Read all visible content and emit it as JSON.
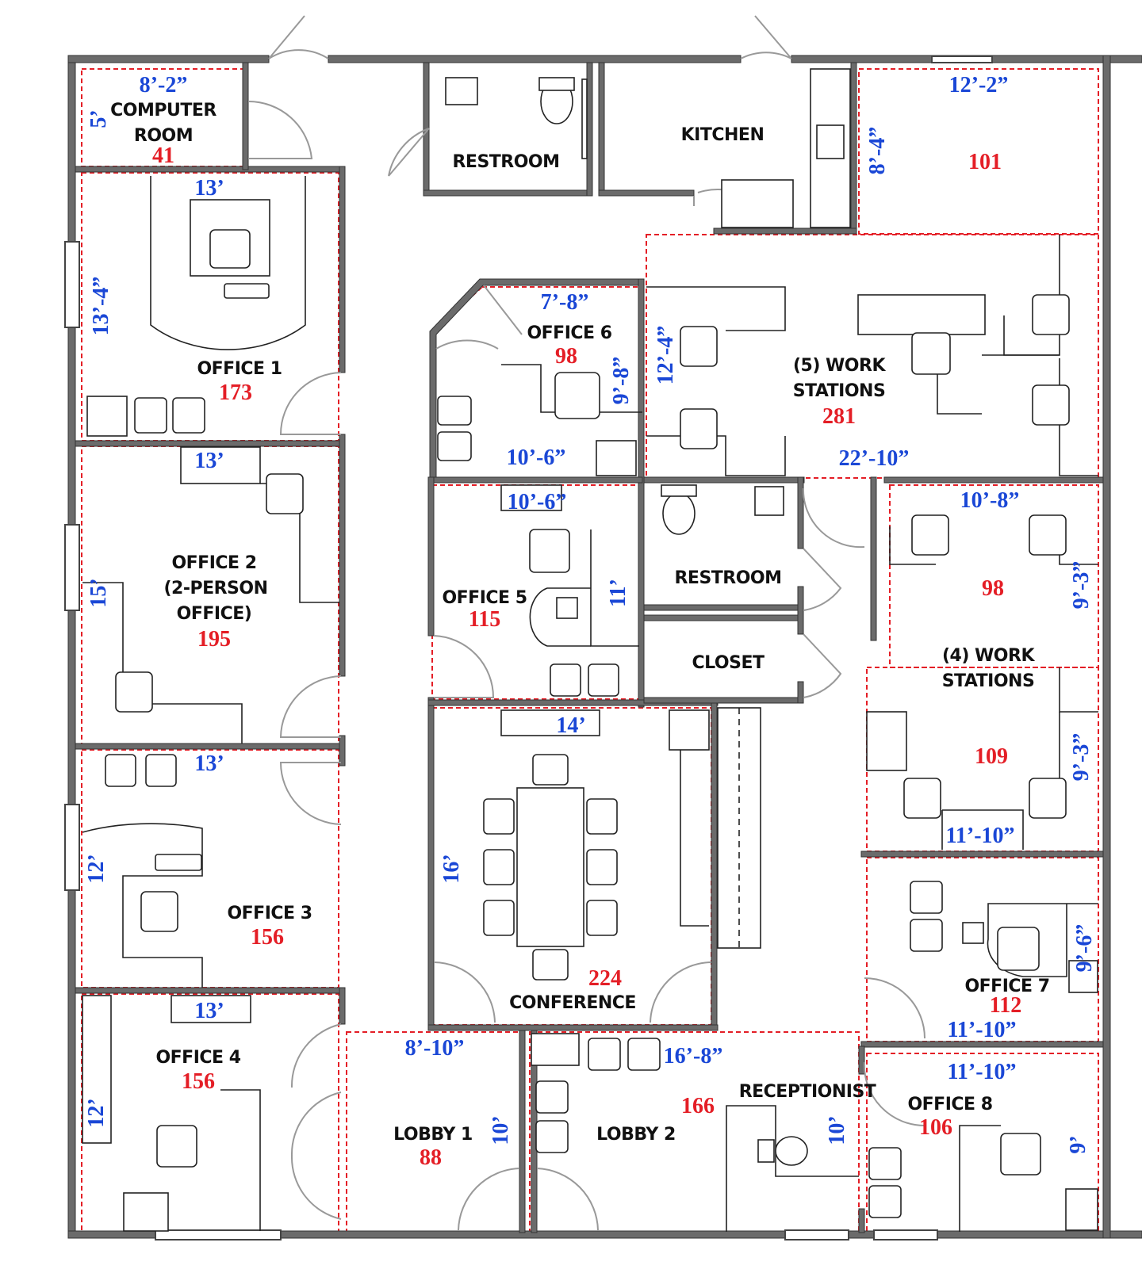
{
  "rooms": {
    "computer_room": {
      "name_line1": "COMPUTER",
      "name_line2": "ROOM",
      "area": "41",
      "width": "8’-2”",
      "depth": "5’"
    },
    "office1": {
      "name": "OFFICE 1",
      "area": "173",
      "width": "13’",
      "depth": "13’-4”"
    },
    "office2": {
      "name_line1": "OFFICE 2",
      "name_line2": "(2-PERSON",
      "name_line3": "OFFICE)",
      "area": "195",
      "width": "13’",
      "depth": "15’"
    },
    "office3": {
      "name": "OFFICE 3",
      "area": "156",
      "width": "13’",
      "depth": "12’"
    },
    "office4": {
      "name": "OFFICE 4",
      "area": "156",
      "width": "13’",
      "depth": "12’"
    },
    "restroom_top": {
      "name": "RESTROOM"
    },
    "kitchen": {
      "name": "KITCHEN"
    },
    "room101": {
      "area": "101",
      "width": "12’-2”",
      "depth": "8’-4”"
    },
    "office6": {
      "name": "OFFICE 6",
      "area": "98",
      "width": "7’-8”",
      "depth": "9’-8”",
      "width2": "10’-6”"
    },
    "workstations5": {
      "name_line1": "(5) WORK",
      "name_line2": "STATIONS",
      "area": "281",
      "width": "22’-10”",
      "depth": "12’-4”"
    },
    "office5": {
      "name": "OFFICE 5",
      "area": "115",
      "width": "10’-6”",
      "depth": "11’"
    },
    "restroom_mid": {
      "name": "RESTROOM"
    },
    "closet": {
      "name": "CLOSET"
    },
    "workstations4": {
      "name_line1": "(4) WORK",
      "name_line2": "STATIONS",
      "area_upper": "98",
      "area_lower": "109",
      "width_upper": "10’-8”",
      "depth_upper": "9’-3”",
      "width_lower": "11’-10”",
      "depth_lower": "9’-3”"
    },
    "conference": {
      "name": "CONFERENCE",
      "area": "224",
      "width": "14’",
      "depth": "16’"
    },
    "office7": {
      "name": "OFFICE 7",
      "area": "112",
      "width": "11’-10”",
      "depth": "9’-6”"
    },
    "lobby1": {
      "name": "LOBBY 1",
      "area": "88",
      "width": "8’-10”",
      "depth": "10’"
    },
    "lobby2": {
      "name": "LOBBY 2",
      "area": "166",
      "width": "16’-8”",
      "depth": "10’"
    },
    "receptionist": {
      "name": "RECEPTIONIST"
    },
    "office8": {
      "name": "OFFICE 8",
      "area": "106",
      "width": "11’-10”",
      "depth": "9’"
    }
  },
  "colors": {
    "area_text": "#e41e26",
    "dimension_text": "#1a47d6",
    "boundary": "#e41e26",
    "wall": "#6b6b6b"
  }
}
